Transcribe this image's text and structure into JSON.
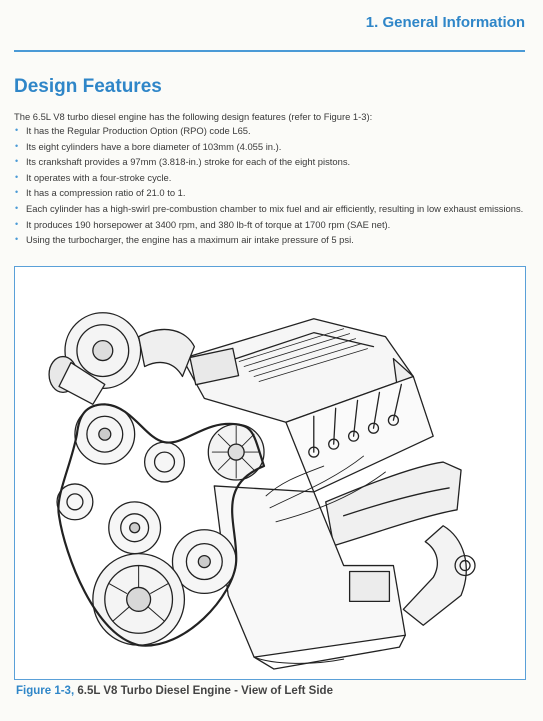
{
  "header": {
    "title": "1. General Information"
  },
  "section": {
    "title": "Design Features",
    "intro": "The 6.5L V8 turbo diesel engine has the following design features (refer to Figure 1-3):",
    "features": [
      "It has the Regular Production Option (RPO) code L65.",
      "Its eight cylinders have a bore diameter of 103mm (4.055 in.).",
      "Its crankshaft provides a 97mm (3.818-in.) stroke for each of the eight pistons.",
      "It operates with a four-stroke cycle.",
      "It has a compression ratio of 21.0 to 1.",
      "Each cylinder has a high-swirl pre-combustion chamber to mix fuel and air efficiently, resulting in low exhaust emissions.",
      "It produces 190 horsepower at 3400 rpm, and 380 lb-ft of torque at 1700 rpm (SAE net).",
      "Using the turbocharger, the engine has a maximum air intake pressure of 5 psi."
    ]
  },
  "figure": {
    "number": "Figure 1-3,",
    "title": "6.5L V8 Turbo Diesel Engine - View of Left Side"
  },
  "colors": {
    "accent": "#2f86c8",
    "rule": "#4a9ad6"
  }
}
